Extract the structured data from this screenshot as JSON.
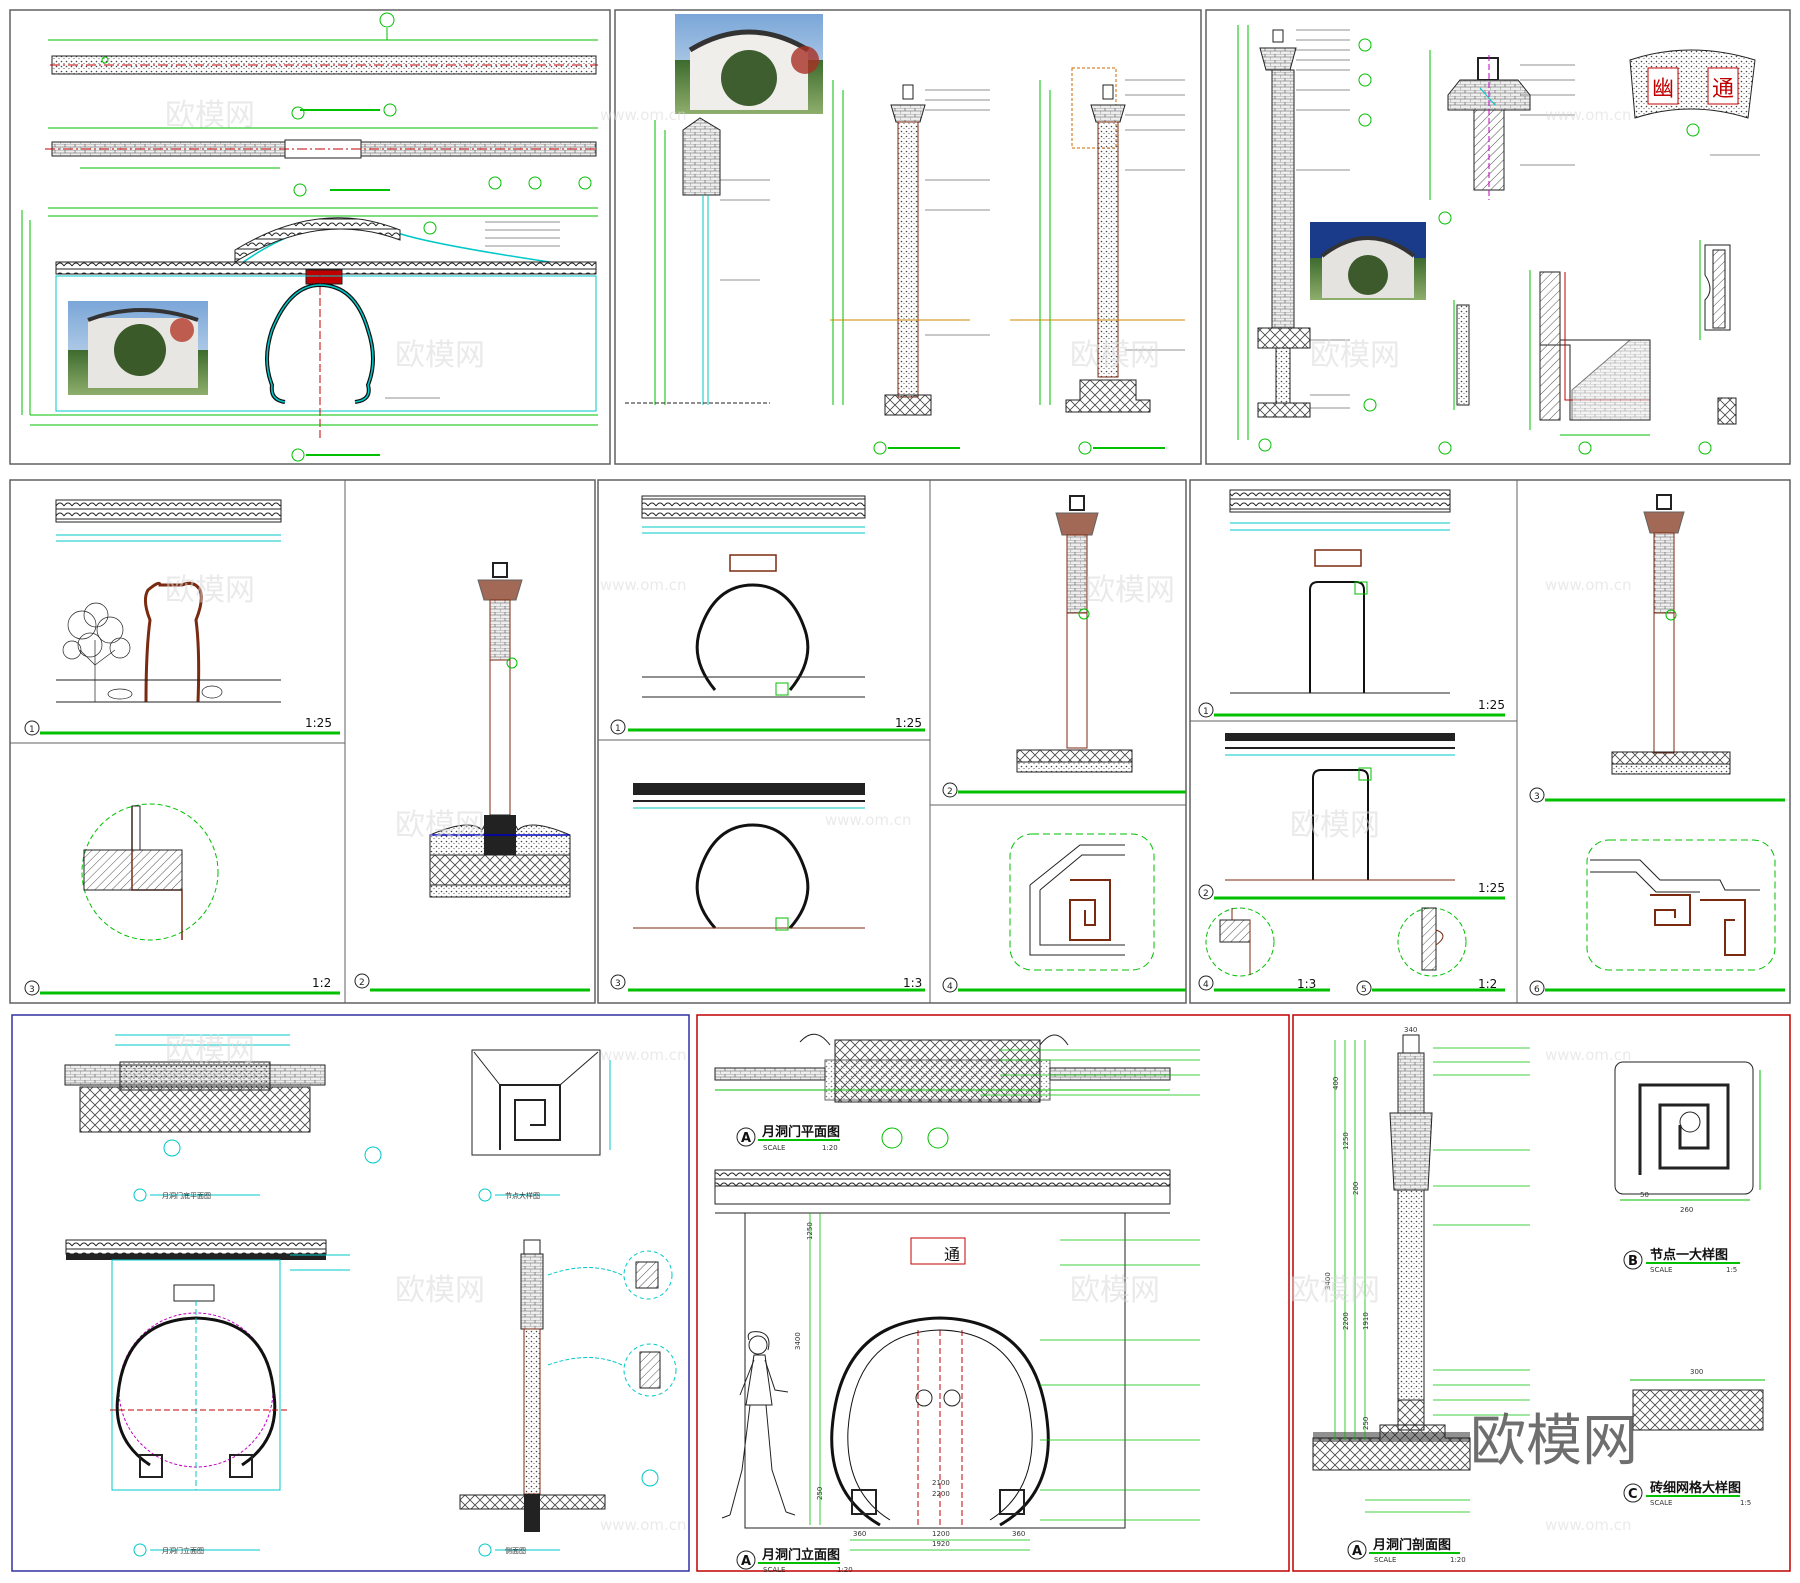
{
  "panel_captions": [
    "月洞门底平面图",
    "节点大样图",
    "月洞门立面图",
    "侧面图"
  ],
  "sheet_a_plan_title": "月洞门平面图",
  "sheet_a_plan_scale_label": "SCALE",
  "sheet_a_plan_scale": "1:20",
  "sheet_a_elev_title": "月洞门立面图",
  "sheet_a_elev_scale_label": "SCALE",
  "sheet_a_elev_scale": "1:20",
  "sheet_a_plaque": "通",
  "sheet_a_dims": [
    "360",
    "1200",
    "360",
    "1920",
    "2100",
    "2200",
    "3400",
    "1250",
    "250"
  ],
  "sheet_c_section_title": "月洞门剖面图",
  "sheet_c_section_scale_label": "SCALE",
  "sheet_c_section_scale": "1:20",
  "sheet_c_node_title": "节点一大样图",
  "sheet_c_node_scale_label": "SCALE",
  "sheet_c_node_scale": "1:5",
  "sheet_c_mesh_title": "砖细网格大样图",
  "sheet_c_mesh_scale_label": "SCALE",
  "sheet_c_mesh_scale": "1:5",
  "sheet_c_dims": [
    "340",
    "400",
    "1250",
    "200",
    "3400",
    "2200",
    "1910",
    "250",
    "260",
    "50",
    "300"
  ],
  "mid_scales": [
    "1:25",
    "1:2",
    "1:25",
    "1:3",
    "1:25",
    "1:25",
    "1:3",
    "1:2"
  ],
  "mid_numbers": [
    "1",
    "2",
    "3",
    "1",
    "2",
    "3",
    "4",
    "1",
    "2",
    "3",
    "4",
    "5",
    "6"
  ],
  "markers": [
    "A",
    "A",
    "A",
    "B",
    "C"
  ],
  "top_plaque_left": "通",
  "top_plaque_right": "幽",
  "watermark": "欧模网",
  "watermark_url": "www.om.cn",
  "logo": "欧模网",
  "colors": {
    "green": "#00c000",
    "cyan": "#00c8c8",
    "red": "#c00000",
    "brown": "#7a2a10",
    "gray": "#909090",
    "blue": "#3030a0",
    "frame": "#606060"
  }
}
